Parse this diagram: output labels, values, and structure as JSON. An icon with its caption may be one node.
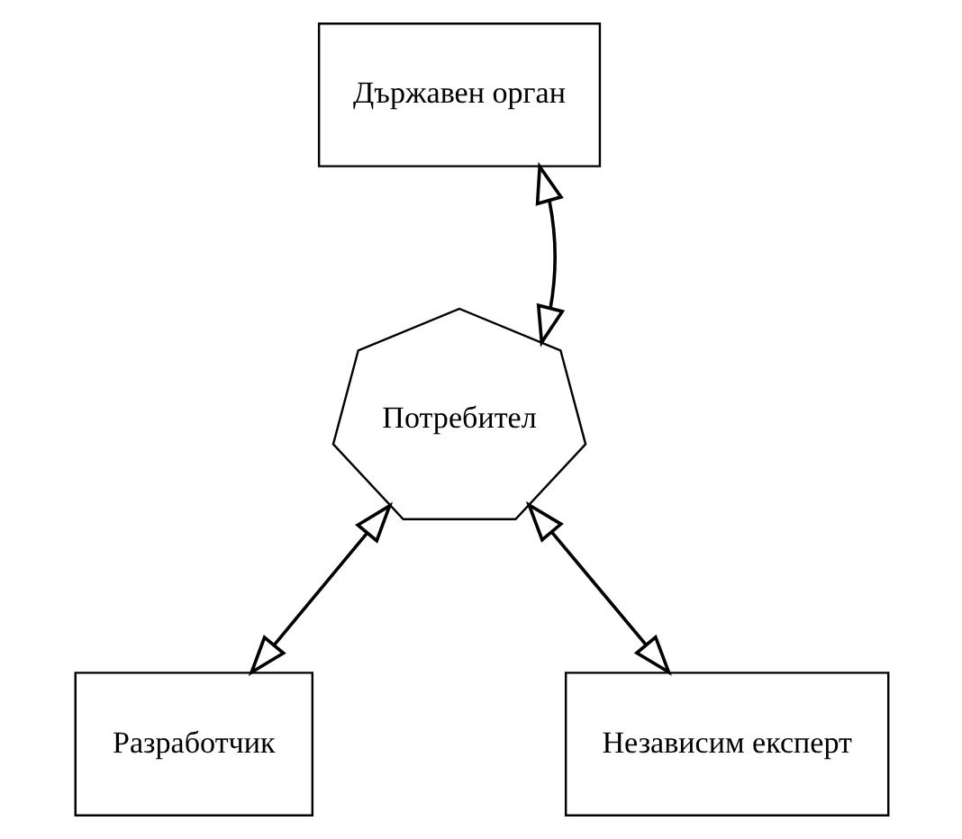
{
  "diagram": {
    "nodes": [
      {
        "text": [
          "Държавен орган"
        ]
      },
      {
        "text": [
          "Потребител"
        ]
      },
      {
        "text": [
          "Разработчик"
        ]
      },
      {
        "text": [
          "Независим експерт"
        ]
      }
    ],
    "edges": [
      {
        "from": 1,
        "to": 0,
        "arrow": "both"
      },
      {
        "from": 1,
        "to": 2,
        "arrow": "both"
      },
      {
        "from": 1,
        "to": 3,
        "arrow": "both"
      }
    ]
  }
}
